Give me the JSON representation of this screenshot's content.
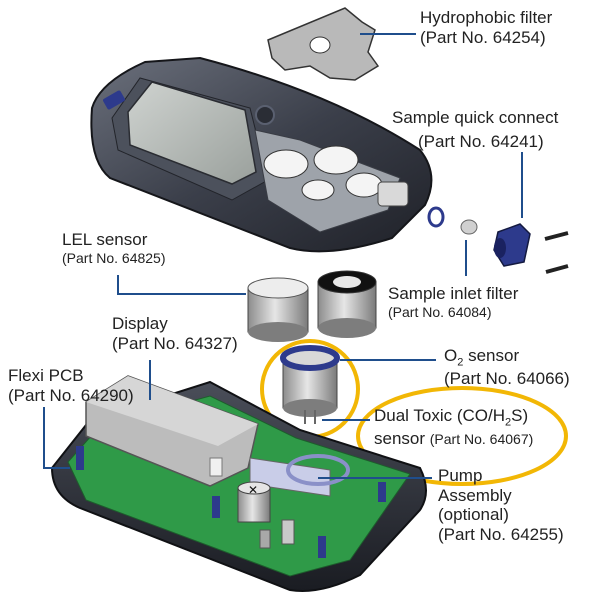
{
  "labels": {
    "hydrophobic_filter": {
      "name": "Hydrophobic filter",
      "part": "(Part No. 64254)"
    },
    "sample_quick_connect": {
      "name": "Sample quick connect",
      "part": "(Part No. 64241)"
    },
    "lel_sensor": {
      "name": "LEL sensor",
      "part": "(Part No. 64825)"
    },
    "sample_inlet_filter": {
      "name": "Sample inlet filter",
      "part": "(Part No. 64084)"
    },
    "display": {
      "name": "Display",
      "part": "(Part No. 64327)"
    },
    "flexi_pcb": {
      "name": "Flexi PCB",
      "part": "(Part No. 64290)"
    },
    "o2_sensor": {
      "name_prefix": "O",
      "name_sub": "2",
      "name_suffix": " sensor",
      "part": "(Part No. 64066)"
    },
    "dual_toxic": {
      "line1_prefix": "Dual Toxic (CO/H",
      "line1_sub": "2",
      "line1_suffix": "S)",
      "line2_name": "sensor",
      "line2_part": "(Part No. 64067)"
    },
    "pump_assembly": {
      "line1": "Pump",
      "line2": "Assembly",
      "line3": "(optional)",
      "part": "(Part No. 64255)"
    }
  },
  "colors": {
    "leader": "#1f4e8c",
    "highlight": "#f2b705",
    "housing": "#3b3f4a",
    "pcb": "#2f9a48",
    "blue_part": "#2d3a8c"
  }
}
